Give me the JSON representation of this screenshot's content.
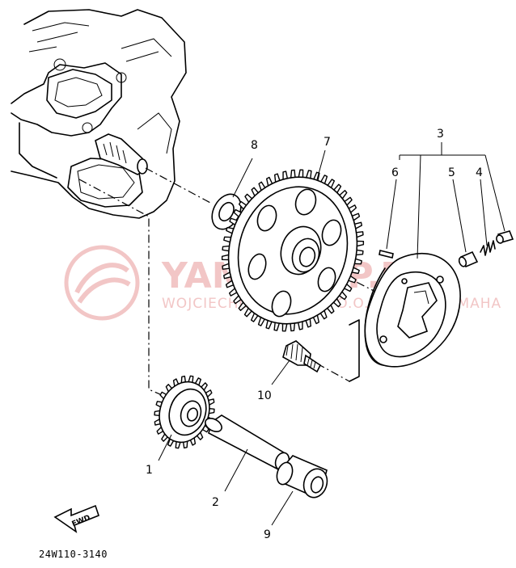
{
  "diagram": {
    "part_labels": [
      "1",
      "2",
      "3",
      "4",
      "5",
      "6",
      "7",
      "8",
      "9",
      "10"
    ],
    "fwd_label": "FWD",
    "drawing_code": "24W110-3140"
  },
  "watermark": {
    "brand": "YAMSKLEP.PL",
    "subtitle": "WOJCIECHOWSKI SP. Z O.O. DEALER YAMAHA"
  },
  "colors": {
    "line": "#000000",
    "background": "#ffffff",
    "watermark": "#f2c6c6"
  }
}
